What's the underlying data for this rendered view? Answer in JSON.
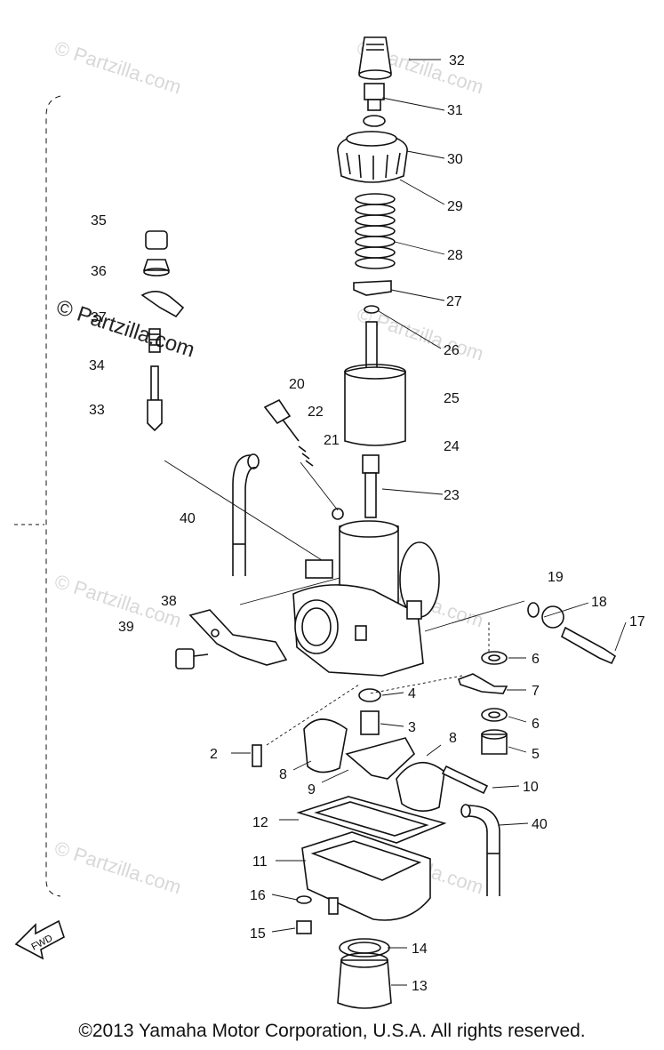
{
  "watermark": "© Partzilla.com",
  "callouts": [
    "32",
    "31",
    "30",
    "29",
    "28",
    "27",
    "26",
    "25",
    "24",
    "23",
    "22",
    "21",
    "20",
    "35",
    "36",
    "37",
    "34",
    "33",
    "40",
    "38",
    "39",
    "19",
    "18",
    "17",
    "6",
    "7",
    "6",
    "5",
    "4",
    "3",
    "2",
    "8",
    "8",
    "9",
    "10",
    "12",
    "40",
    "11",
    "16",
    "15",
    "14",
    "13"
  ],
  "fwd_label": "FWD",
  "copyright": "©2013  Yamaha Motor Corporation, U.S.A. All rights reserved."
}
